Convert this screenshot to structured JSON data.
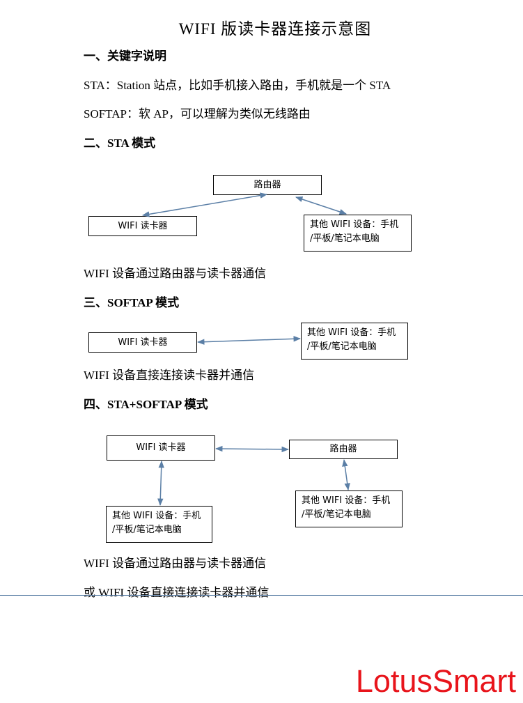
{
  "title": "WIFI 版读卡器连接示意图",
  "section1": {
    "heading": "一、关键字说明",
    "sta_line": "STA：Station 站点，比如手机接入路由，手机就是一个 STA",
    "softap_line": "SOFTAP：软 AP，可以理解为类似无线路由"
  },
  "section2": {
    "heading": "二、STA 模式",
    "router": "路由器",
    "reader": "WIFI 读卡器",
    "device_line1": "其他 WIFI 设备：手机",
    "device_line2": "/平板/笔记本电脑",
    "caption": "WIFI 设备通过路由器与读卡器通信"
  },
  "section3": {
    "heading": "三、SOFTAP 模式",
    "reader": "WIFI 读卡器",
    "device_line1": "其他 WIFI 设备：手机",
    "device_line2": "/平板/笔记本电脑",
    "caption": "WIFI 设备直接连接读卡器并通信"
  },
  "section4": {
    "heading": "四、STA+SOFTAP 模式",
    "reader": "WIFI 读卡器",
    "router": "路由器",
    "device_a_line1": "其他 WIFI 设备：手机",
    "device_a_line2": "/平板/笔记本电脑",
    "device_b_line1": "其他 WIFI 设备：手机",
    "device_b_line2": "/平板/笔记本电脑",
    "caption1": "WIFI 设备通过路由器与读卡器通信",
    "caption2": "或 WIFI 设备直接连接读卡器并通信"
  },
  "brand": "LotusSmart",
  "colors": {
    "arrow": "#5b7fa6",
    "brand": "#e8141b",
    "rule": "#5b7fa6"
  }
}
